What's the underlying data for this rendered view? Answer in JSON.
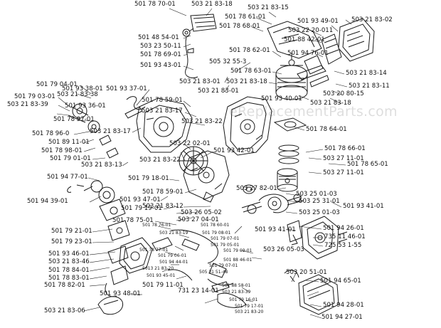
{
  "watermark": "eReplacementParts.com",
  "labels": [
    "501 78 70-01",
    "503 21 83-18",
    "503 21 83-15",
    "501 78 61-01",
    "501 78 68-01",
    "501 93 49-01",
    "503 21 83-02",
    "503 22 20-011",
    "501 88 42-01",
    "501 48 54-01",
    "503 23 50-11",
    "501 78 69-01",
    "501 78 62-01",
    "501 94 76-01",
    "505 32 55-3",
    "501 93 43-01",
    "501 78 63-01",
    "503 21 83-14",
    "503 21 83-18",
    "503 21 83-11",
    "503 20 80-15",
    "503 21 83-01",
    "503 21 83-01",
    "501 79 04-01",
    "503 21 83-38",
    "501 93 38-01",
    "501 93 37-01",
    "501 79 03-01",
    "503 21 83-39",
    "501 93 36-01",
    "501 78 59-01",
    "501 93 40-01",
    "503 21 83-18",
    "503 21 83-17",
    "501 78 97-01",
    "503 21 83-22",
    "501 78 64-01",
    "501 78 96-0",
    "503 21 83-17",
    "501 89 11-01",
    "503 22 02-01",
    "501 78 98-01",
    "501 93 42-01",
    "501 79 01-01",
    "503 21 83-22",
    "501 78 66-01",
    "503 27 11-01",
    "503 21 83-13",
    "501 78 65-01",
    "503 27 11-01",
    "501 94 77-01",
    "501 79 18-01",
    "501 78 59-01",
    "503 27 82-01",
    "501 94 39-01",
    "501 93 47-01",
    "503 25 01-03",
    "503 21 83-12",
    "503 25 31-01",
    "501 93 41-01",
    "501 79 19-01",
    "503 26 05-02",
    "503 25 01-03",
    "501 78 75-01",
    "503 27 04-01",
    "501 78 76-01",
    "501 78 60-01",
    "501 79 21-01",
    "503 21 83-19",
    "501 79 08-01",
    "501 93 41-01",
    "501 94 26-01",
    "501 79 23-01",
    "501 79 07-01",
    "735 11 46-01",
    "501 79 05-01",
    "725 53 1-55",
    "501 78 77-01",
    "503 26 05-03",
    "501 79 09-01",
    "501 93 46-01",
    "501 79 06-01",
    "501 88 46-01",
    "503 21 83-46",
    "501 94 44-01",
    "501 78 84-01",
    "5013 21 83-20",
    "501 79 07-01",
    "501 78 83-01",
    "501 93 45-01",
    "505 31 51-48",
    "503 20 51-01",
    "501 78 82-01",
    "501 79 11-01",
    "501 94 65-01",
    "501 88 58-01",
    "731 23 14-01",
    "503 21 83-39",
    "501 93 48-01",
    "501 79 16-01",
    "501 94 28-01",
    "501 79 17-01",
    "503 21 83-20",
    "503 21 83-06",
    "501 94 27-01"
  ]
}
